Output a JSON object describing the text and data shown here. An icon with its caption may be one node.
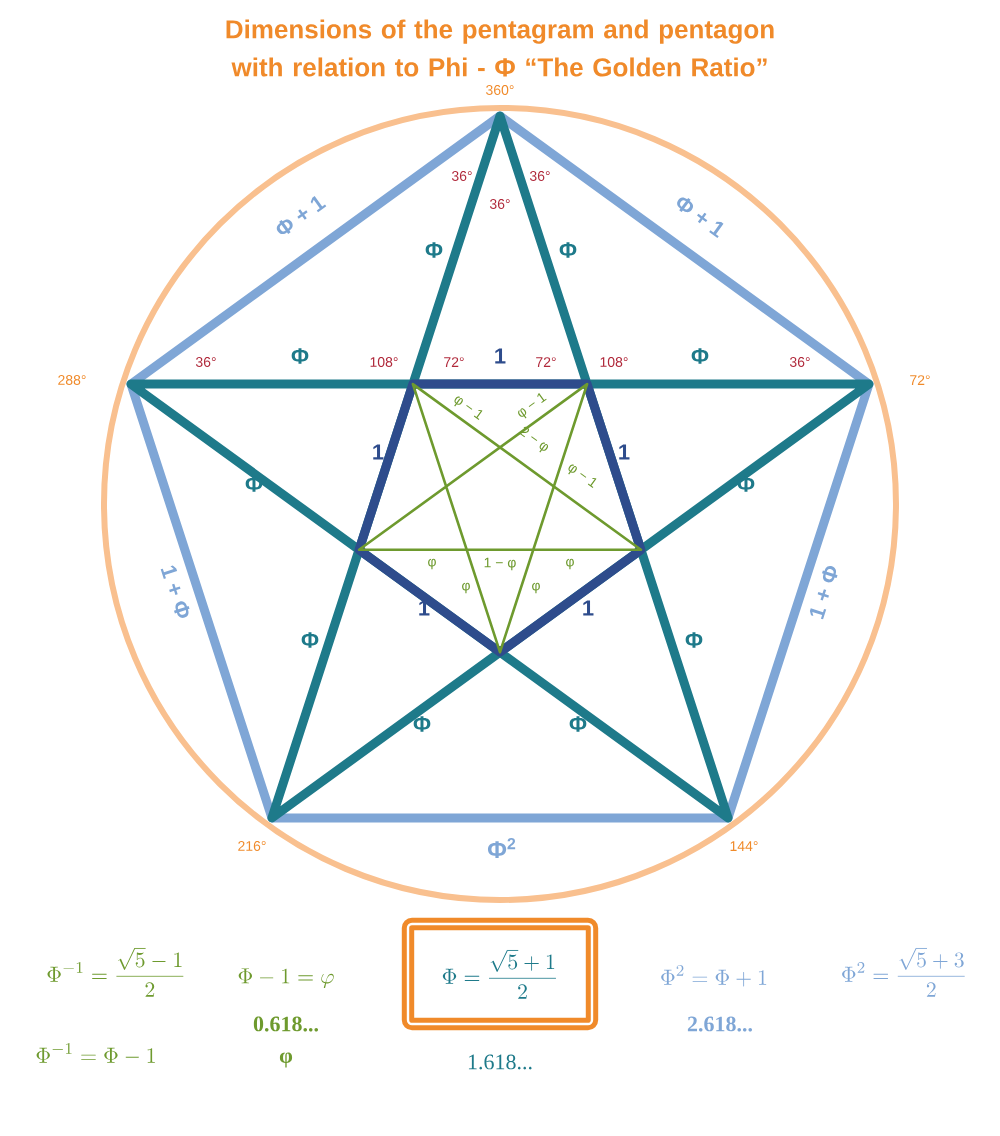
{
  "diagram": {
    "title": "Dimensions of the pentagram and pentagon with relation to Phi - Φ “The Golden Ratio”",
    "nodes": [
      {
        "text": [
          "\\Phi = \\frac{\\sqrt{5}+1}{2}"
        ],
        "beside": [
          "1.618..."
        ]
      }
    ],
    "labels": [
      "360°",
      "36°",
      "36°",
      "36°",
      "Φ + 1",
      "Φ + 1",
      "Φ",
      "Φ",
      "288°",
      "36°",
      "Φ",
      "108°",
      "72°",
      "1",
      "72°",
      "108°",
      "Φ",
      "36°",
      "72°",
      "φ − 1",
      "φ − 1",
      "2 − φ",
      "1",
      "1",
      "φ − 1",
      "Φ",
      "Φ",
      "φ",
      "1 − φ",
      "φ",
      "1 + Φ",
      "1 + Φ",
      "φ",
      "φ",
      "1",
      "1",
      "Φ",
      "Φ",
      "Φ",
      "Φ",
      "216°",
      "Φ$^{2}$",
      "144°",
      "\\Phi^{-1} = \\frac{\\sqrt{5}-1}{2}",
      "\\Phi - 1 = \\varphi",
      "\\Phi^{2} = \\Phi + 1",
      "\\Phi^{2} = \\frac{\\sqrt{5}+3}{2}",
      "0.618...",
      "2.618...",
      "\\Phi^{-1} = \\Phi - 1",
      "φ"
    ]
  }
}
